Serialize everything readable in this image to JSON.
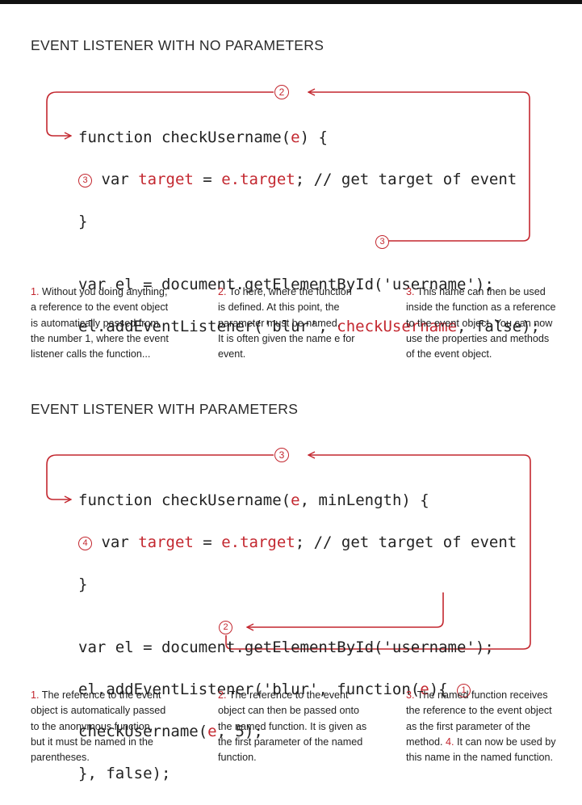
{
  "section1": {
    "heading": "EVENT LISTENER WITH NO PARAMETERS",
    "marker_top": "2",
    "marker_left": "3",
    "marker_bottom": "3",
    "code": {
      "l1_kw": "function checkUsername(",
      "l1_param": "e",
      "l1_end": ") {",
      "l2_var": "var ",
      "l2_target": "target",
      "l2_eq": " = ",
      "l2_etarget": "e.target",
      "l2_rest": "; // get target of event",
      "l3": "}",
      "l4": "var el = document.getElementById('username');",
      "l5_a": "el.addEventListener('blur', ",
      "l5_name": "checkUsername",
      "l5_b": ", false);"
    },
    "notes": [
      {
        "num": "1.",
        "lines": [
          "Without you doing anything,",
          "a reference to the event object",
          "is automatically passed from",
          "the number 1, where the event",
          "listener calls the function..."
        ]
      },
      {
        "num": "2.",
        "lines": [
          "To here, where the function",
          "is defined. At this point, the",
          "parameter must be named.",
          "It is often given the name e for",
          "event."
        ]
      },
      {
        "num": "3.",
        "lines": [
          "This name can then be used",
          "inside the function as a reference",
          "to the event object. You can now",
          "use the properties and methods",
          "of the event object."
        ]
      }
    ]
  },
  "section2": {
    "heading": "EVENT LISTENER WITH PARAMETERS",
    "marker_top": "3",
    "marker_left": "4",
    "marker_right": "1",
    "marker_bottom": "2",
    "code": {
      "l1_kw": "function checkUsername(",
      "l1_param": "e",
      "l1_end": ", minLength) {",
      "l2_var": "var ",
      "l2_target": "target",
      "l2_eq": " = ",
      "l2_etarget": "e.target",
      "l2_rest": "; // get target of event",
      "l3": "}",
      "l4": "var el = document.getElementById('username');",
      "l5_a": "el.addEventListener('blur', function(",
      "l5_param": "e",
      "l5_b": "){",
      "l6_a": "  checkUsername(",
      "l6_param": "e",
      "l6_b": ", 5);",
      "l7": "}, false);"
    },
    "notes": [
      {
        "num": "1.",
        "lines": [
          "The reference to the event",
          "object is automatically passed",
          "to the anonymous function,",
          "but it must be named in the",
          "parentheses."
        ]
      },
      {
        "num": "2.",
        "lines": [
          "The reference to the event",
          "object can then be passed onto",
          "the named function. It is given as",
          "the first parameter of the named",
          "function."
        ]
      },
      {
        "num": "3.",
        "lines": [
          "The named function receives",
          "the reference to the event object",
          "as the first parameter of the",
          "method."
        ],
        "extra_num": "4.",
        "extra_text": " It can now be used by",
        "last_line": "this name in the named function."
      }
    ]
  },
  "colors": {
    "accent": "#c3272f",
    "text": "#222222",
    "background": "#ffffff"
  }
}
